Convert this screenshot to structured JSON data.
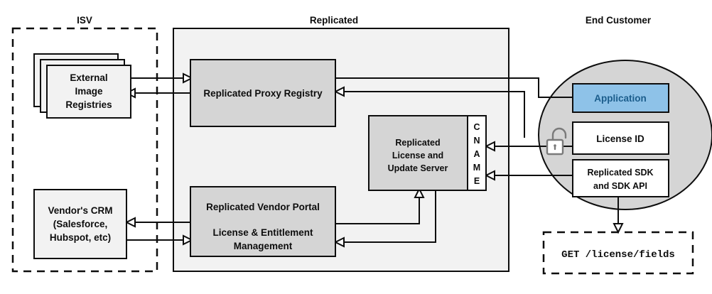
{
  "diagram": {
    "title_zones": [
      {
        "id": "isv",
        "label": "ISV"
      },
      {
        "id": "replicated",
        "label": "Replicated"
      },
      {
        "id": "end-customer",
        "label": "End Customer"
      }
    ],
    "colors": {
      "box_fill": "#d5d5d5",
      "zone_fill": "#f2f2f2",
      "circle_fill": "#d5d5d5",
      "light_box_fill": "#f2f2f2",
      "white_fill": "#ffffff",
      "application_fill": "#8ec2e8",
      "application_text": "#1b5d8c",
      "stroke": "#0d0d0d",
      "lock_stroke": "#7a7a7a"
    },
    "nodes": {
      "external_image_registries": {
        "lines": [
          "External",
          "Image",
          "Registries"
        ],
        "stacked": true
      },
      "vendors_crm": {
        "lines": [
          "Vendor's CRM",
          "(Salesforce,",
          "Hubspot, etc)"
        ]
      },
      "replicated_proxy_registry": {
        "lines": [
          "Replicated Proxy Registry"
        ]
      },
      "replicated_license_update_server": {
        "lines": [
          "Replicated",
          "License and",
          "Update Server"
        ]
      },
      "cname": {
        "letters": [
          "C",
          "N",
          "A",
          "M",
          "E"
        ],
        "label": "CNAME"
      },
      "replicated_vendor_portal": {
        "lines": [
          "Replicated Vendor Portal",
          "License & Entitlement",
          "Management"
        ],
        "title": "Replicated Vendor Portal",
        "subtitle_line1": "License & Entitlement",
        "subtitle_line2": "Management"
      },
      "application": {
        "lines": [
          "Application"
        ]
      },
      "license_id": {
        "lines": [
          "License ID"
        ]
      },
      "replicated_sdk": {
        "lines": [
          "Replicated SDK",
          "and SDK API"
        ]
      },
      "api_call": {
        "lines": [
          "GET /license/fields"
        ]
      },
      "unlock_icon": {
        "name": "unlock-icon"
      }
    }
  }
}
